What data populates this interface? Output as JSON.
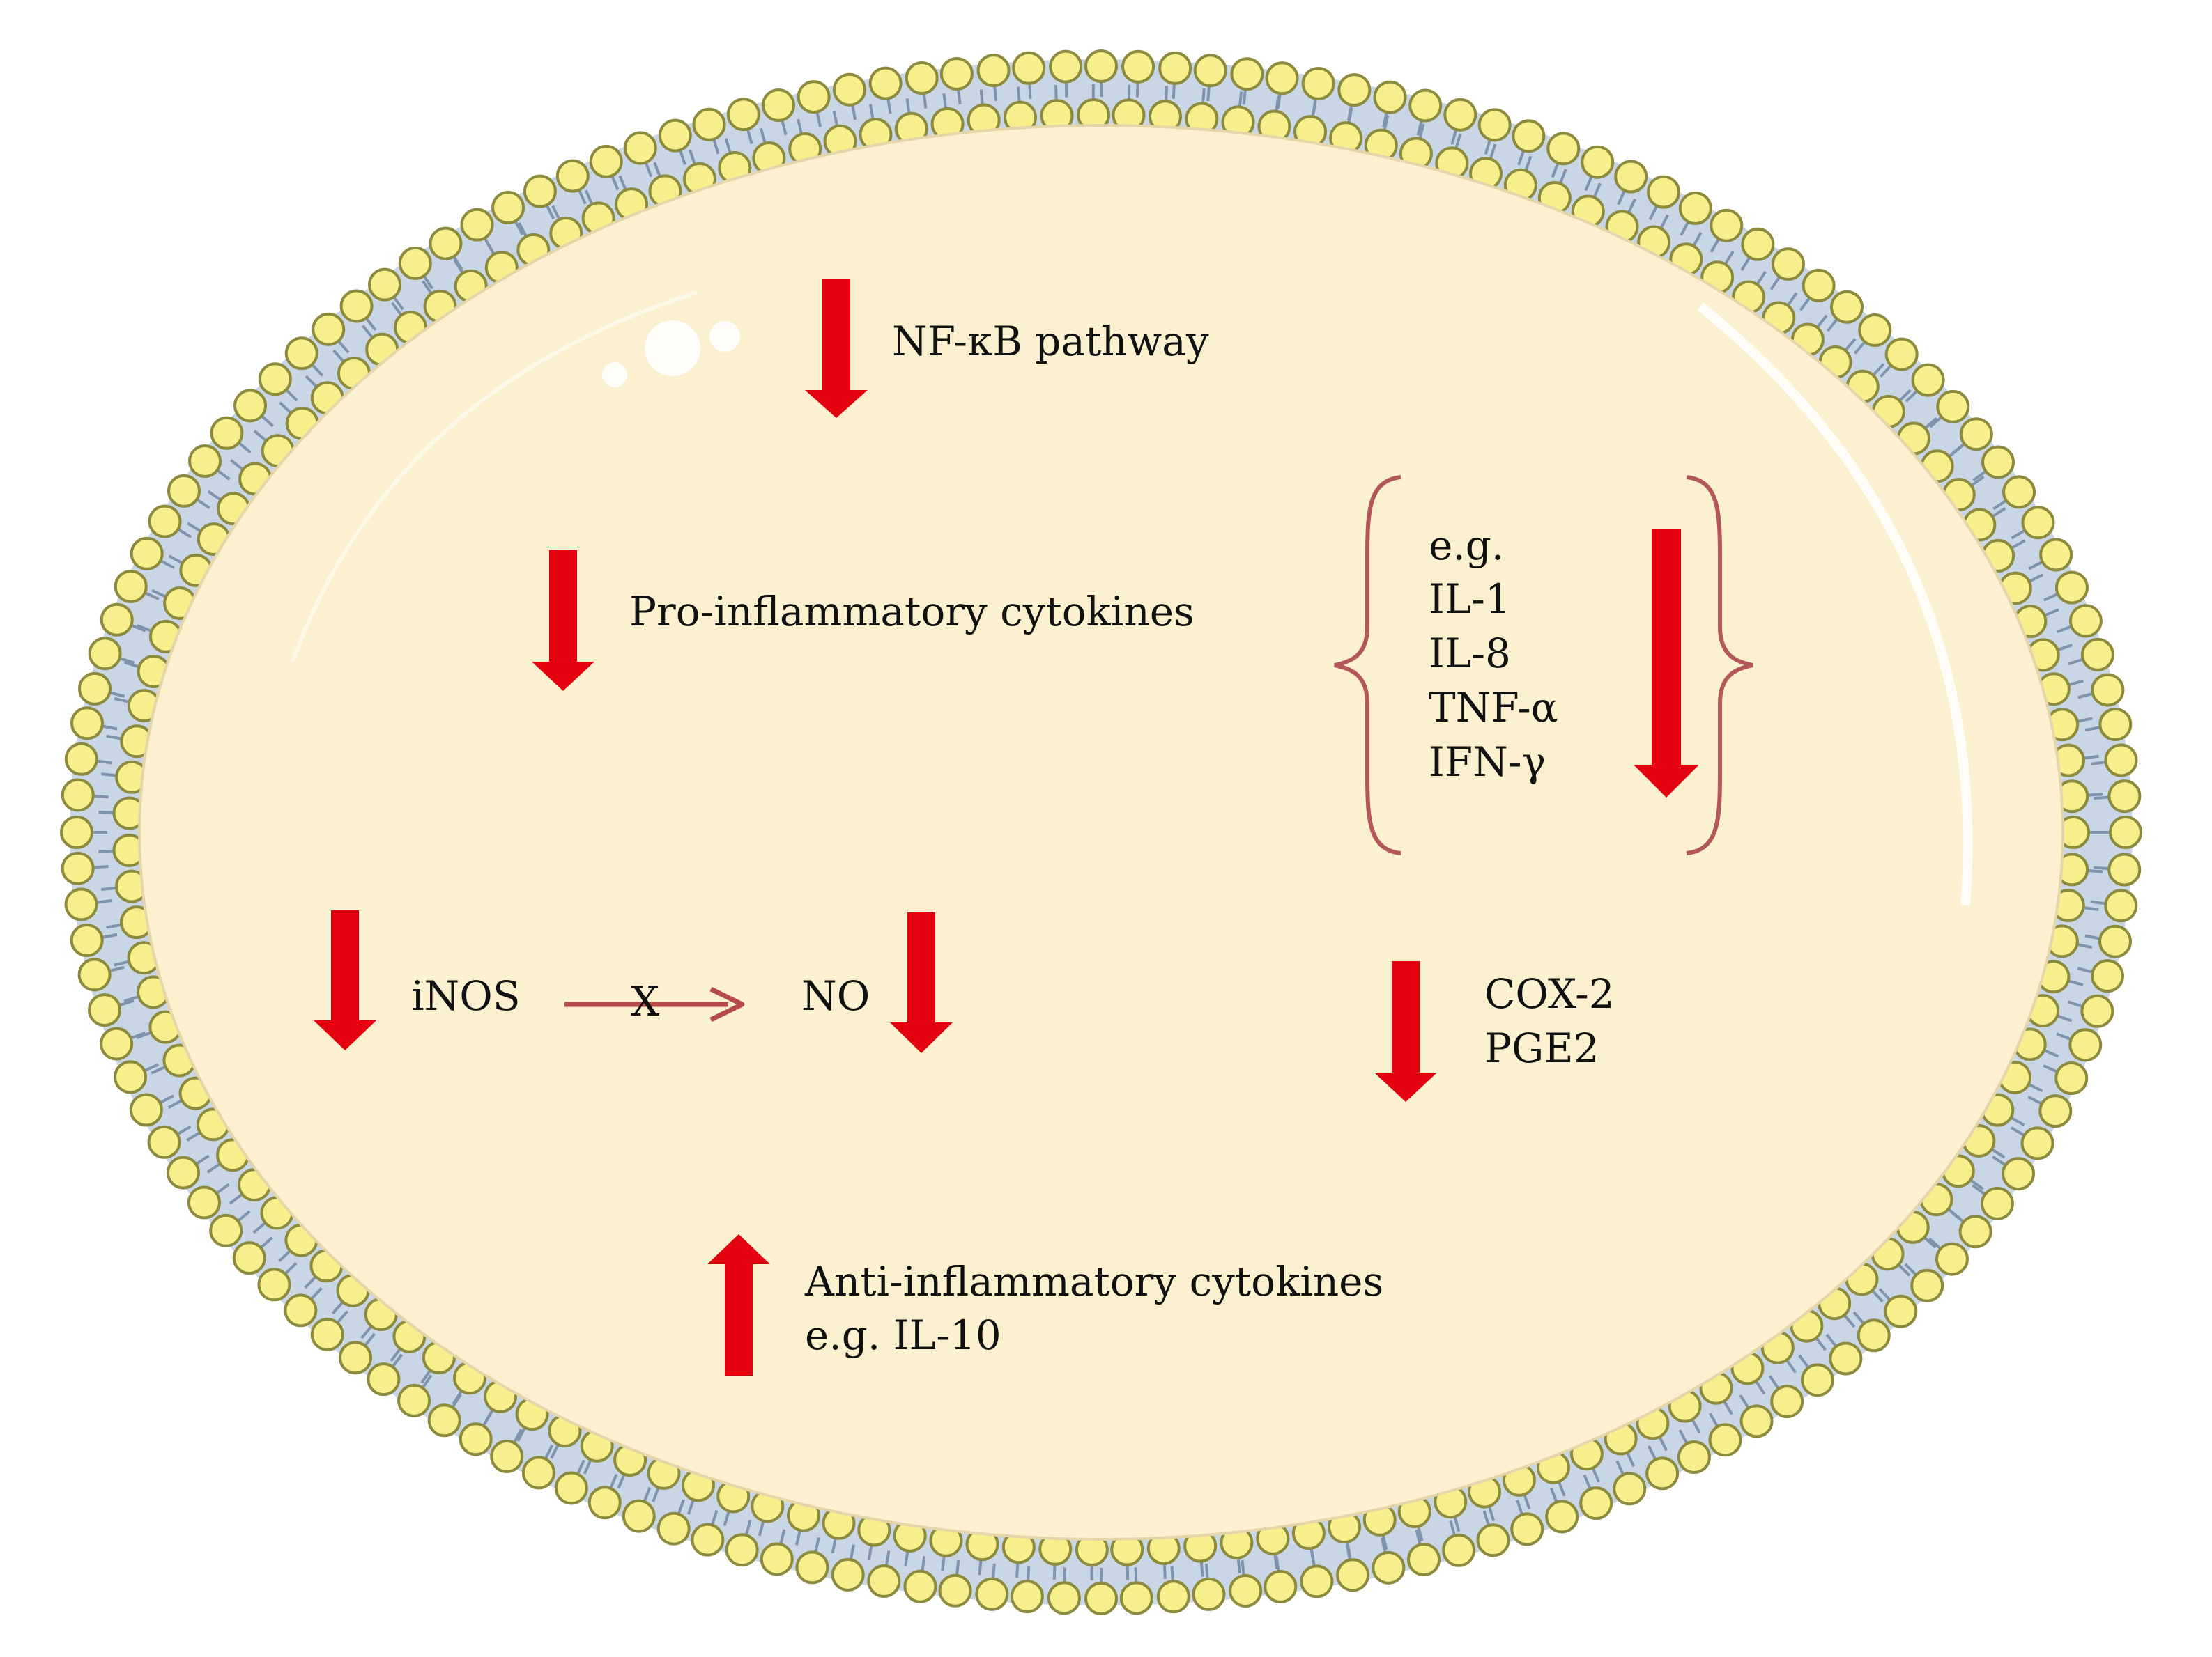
{
  "colors": {
    "cytoplasm": "#fbf0cf",
    "membrane_core": "#c9d6e6",
    "lipid_head_fill": "#f7ef8c",
    "lipid_head_stroke": "#8c8a3c",
    "arrow_red": "#e3000f",
    "connector_arrow": "#b64a4a",
    "brace": "#b3575a"
  },
  "icons": {
    "membrane": "lipid-bilayer-membrane",
    "down_arrow": "red-down-arrow",
    "up_arrow": "red-up-arrow",
    "blocked_arrow": "crossed-arrow"
  },
  "labels": {
    "nfkb": "NF-κB pathway",
    "pro_inflammatory": "Pro-inflammatory cytokines",
    "cytokine_list": [
      "e.g.",
      "IL-1",
      "IL-8",
      "TNF-α",
      "IFN-γ"
    ],
    "inos": "iNOS",
    "blocked_mark": "X",
    "no": "NO",
    "cox2": "COX-2",
    "pge2": "PGE2",
    "anti_inflammatory": "Anti-inflammatory cytokines",
    "anti_example": "e.g. IL-10"
  }
}
